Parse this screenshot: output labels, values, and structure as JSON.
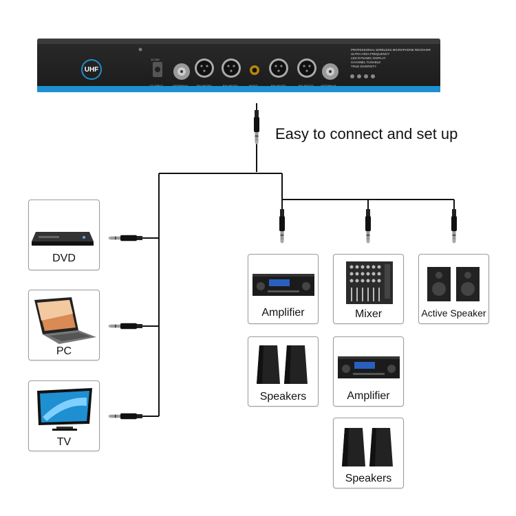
{
  "receiver": {
    "logo_text": "UHF",
    "description": [
      "PROFESSIONAL WIRELESS MICROPHONE RECEIVER",
      "ULTRA HIGH FREQUENCY",
      "LED DYNAMIC DISPLAY",
      "CHANNEL TUNABLE",
      "TRUE DIVERSITY"
    ],
    "port_labels": [
      "DC INPUT",
      "ANTENNA A",
      "BALANCED",
      "BALANCED",
      "MIXED",
      "BALANCED",
      "BALANCED",
      "ANTENNA B"
    ],
    "voltage_label": "12-18V"
  },
  "headline": "Easy to connect and set up",
  "sources": [
    {
      "label": "DVD",
      "icon": "dvd-player-icon"
    },
    {
      "label": "PC",
      "icon": "laptop-icon"
    },
    {
      "label": "TV",
      "icon": "tv-icon"
    }
  ],
  "outputs": [
    {
      "label": "Amplifier",
      "icon": "amplifier-icon"
    },
    {
      "label": "Mixer",
      "icon": "mixer-icon"
    },
    {
      "label": "Active Speaker",
      "icon": "active-speaker-icon"
    },
    {
      "label": "Speakers",
      "icon": "speakers-icon"
    },
    {
      "label": "Amplifier",
      "icon": "amplifier-icon"
    },
    {
      "label": "Speakers",
      "icon": "speakers-icon"
    }
  ],
  "colors": {
    "stripe": "#1e8fd0",
    "device_body": "#1b1b1b",
    "wire": "#111111",
    "box_border": "#9a9a9a"
  }
}
